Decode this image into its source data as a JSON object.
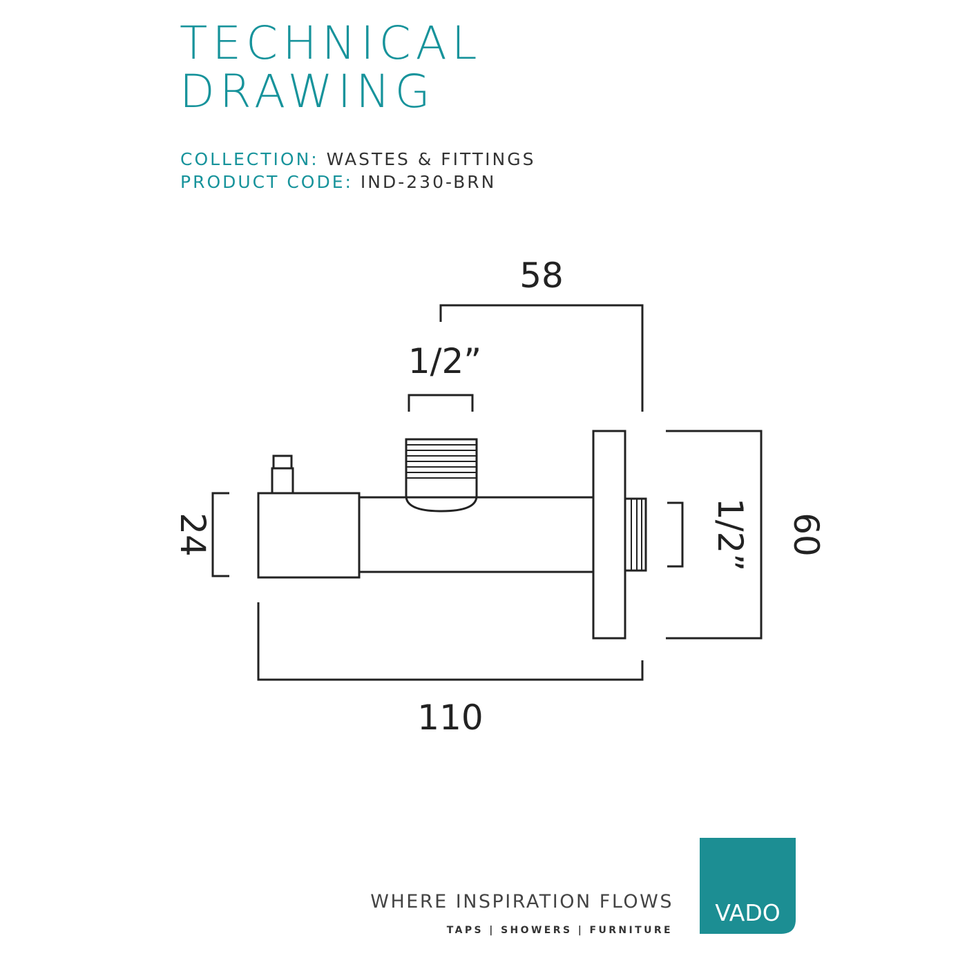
{
  "title": [
    "TECHNICAL",
    "DRAWING"
  ],
  "meta": {
    "collection_label": "COLLECTION:",
    "collection_value": "WASTES & FITTINGS",
    "code_label": "PRODUCT CODE:",
    "code_value": "IND-230-BRN"
  },
  "dimensions": {
    "top_width": "58",
    "top_thread": "1/2”",
    "left_height": "24",
    "outlet_thread": "1/2”",
    "flange_height": "60",
    "overall_length": "110"
  },
  "footer": {
    "tagline": "WHERE INSPIRATION FLOWS",
    "subline": "TAPS | SHOWERS | FURNITURE",
    "logo_text": "VADO"
  },
  "colors": {
    "accent": "#17939b",
    "logo_bg": "#1c8e93",
    "line": "#222222"
  }
}
